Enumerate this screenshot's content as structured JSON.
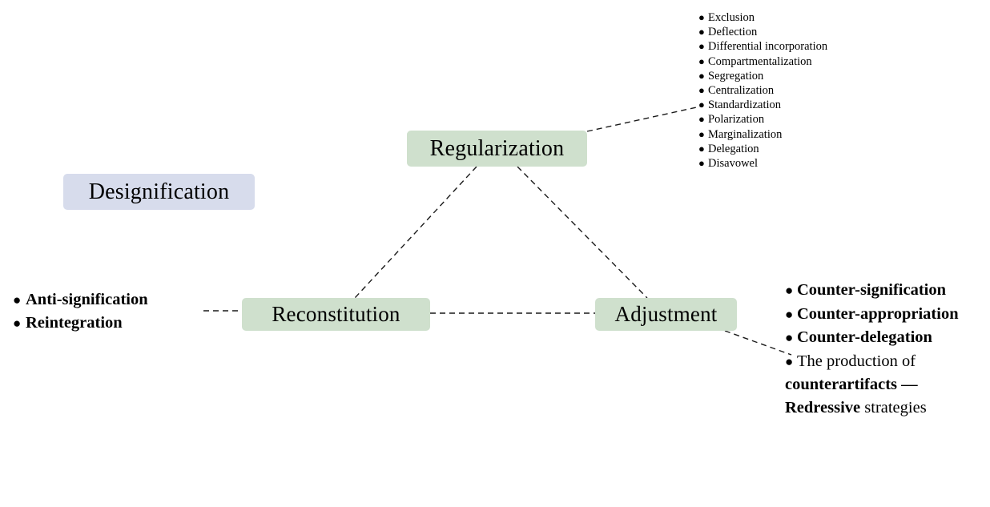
{
  "diagram": {
    "title": "Designification / Regularization / Reconstitution / Adjustment strategy map",
    "colors": {
      "green_node": "#cfe0cd",
      "lavender_node": "#d7dcec",
      "connector": "#1a1a1a",
      "text": "#000000",
      "background": "#ffffff"
    },
    "nodes": [
      {
        "id": "designification",
        "label": "Designification",
        "fill": "#d7dcec"
      },
      {
        "id": "regularization",
        "label": "Regularization",
        "fill": "#cfe0cd"
      },
      {
        "id": "reconstitution",
        "label": "Reconstitution",
        "fill": "#cfe0cd"
      },
      {
        "id": "adjustment",
        "label": "Adjustment",
        "fill": "#cfe0cd"
      }
    ],
    "connectors": [
      {
        "from": "regularization",
        "to": "regularization-list",
        "style": "dashed"
      },
      {
        "from": "regularization",
        "to": "reconstitution",
        "style": "dashed"
      },
      {
        "from": "regularization",
        "to": "adjustment",
        "style": "dashed"
      },
      {
        "from": "reconstitution",
        "to": "reconstitution-list",
        "style": "dashed"
      },
      {
        "from": "reconstitution",
        "to": "adjustment",
        "style": "dashed"
      },
      {
        "from": "adjustment",
        "to": "adjustment-list",
        "style": "dashed"
      }
    ],
    "lists": {
      "regularization": {
        "bullet": "●",
        "items": [
          "Exclusion",
          "Deflection",
          "Differential incorporation",
          "Compartmentalization",
          "Segregation",
          "Centralization",
          "Standardization",
          "Polarization",
          "Marginalization",
          "Delegation",
          "Disavowel"
        ]
      },
      "reconstitution": {
        "bullet": "●",
        "items": [
          "Anti-signification",
          "Reintegration"
        ]
      },
      "adjustment": {
        "bullet": "●",
        "items": [
          {
            "text": "Counter-signification",
            "weight": "bold"
          },
          {
            "text": "Counter-appropriation",
            "weight": "bold"
          },
          {
            "text": "Counter-delegation",
            "weight": "bold"
          },
          {
            "lead": "The production of ",
            "emph": "counterartifacts —Redressive ",
            "tail": "strategies",
            "weight": "mixed"
          }
        ]
      }
    }
  }
}
